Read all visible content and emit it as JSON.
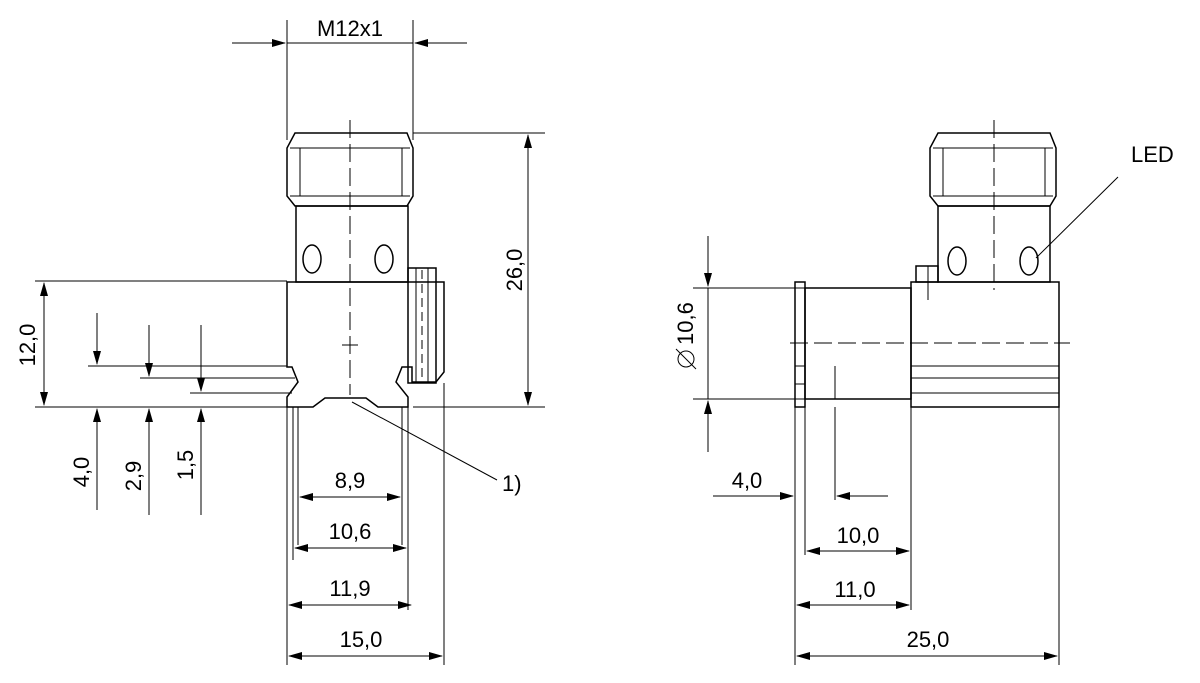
{
  "labels": {
    "thread": "M12x1",
    "led": "LED",
    "note": "1)",
    "dim_26": "26,0",
    "dim_12": "12,0",
    "dim_4_left": "4,0",
    "dim_2_9": "2,9",
    "dim_1_5": "1,5",
    "dim_8_9": "8,9",
    "dim_10_6": "10,6",
    "dim_11_9": "11,9",
    "dim_15": "15,0",
    "dim_diam": "10,6",
    "dim_4_right": "4,0",
    "dim_10": "10,0",
    "dim_11": "11,0",
    "dim_25": "25,0"
  }
}
